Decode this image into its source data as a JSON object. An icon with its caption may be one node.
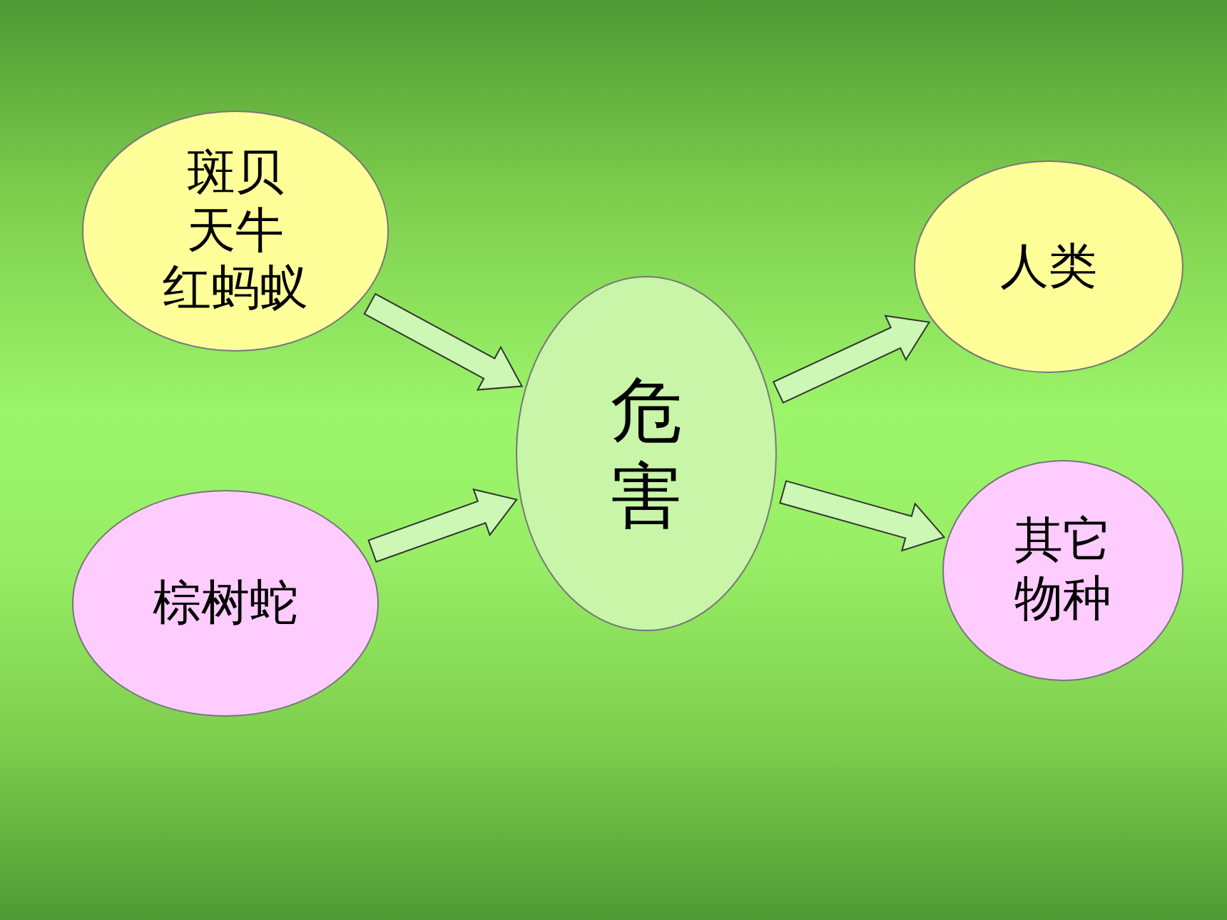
{
  "diagram": {
    "nodes": [
      {
        "text": [
          "斑贝",
          "天牛",
          "红蚂蚁"
        ]
      },
      {
        "text": [
          "棕树蛇"
        ]
      },
      {
        "text": [
          "危害"
        ]
      },
      {
        "text": [
          "人类"
        ]
      },
      {
        "text": [
          "其它物种"
        ]
      }
    ],
    "edges": [
      {
        "from": 0,
        "to": 2,
        "arrow": "to"
      },
      {
        "from": 1,
        "to": 2,
        "arrow": "to"
      },
      {
        "from": 2,
        "to": 3,
        "arrow": "to"
      },
      {
        "from": 2,
        "to": 4,
        "arrow": "to"
      }
    ]
  }
}
